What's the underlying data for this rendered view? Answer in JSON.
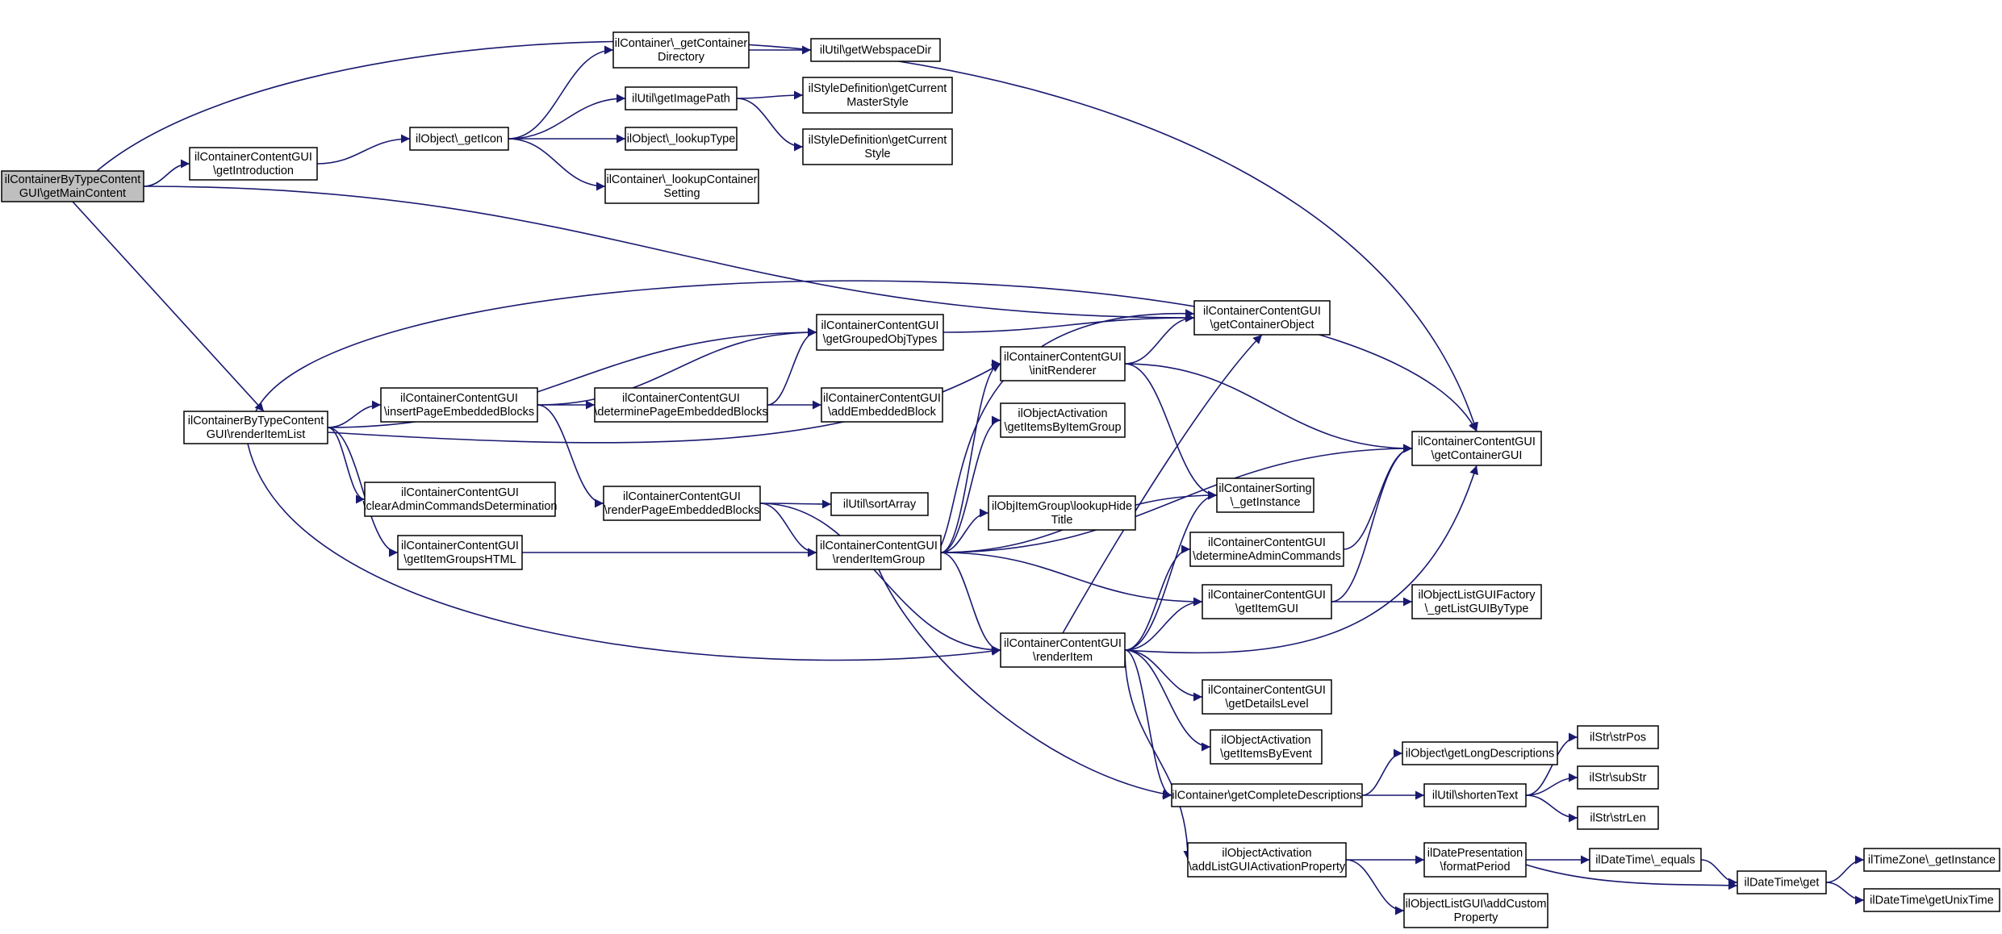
{
  "diagram": {
    "type": "call-graph",
    "nodes": [
      {
        "id": "root",
        "lines": [
          "ilContainerByTypeContent",
          "GUI\\getMainContent"
        ]
      },
      {
        "id": "getIntroduction",
        "lines": [
          "ilContainerContentGUI",
          "\\getIntroduction"
        ]
      },
      {
        "id": "getIcon",
        "lines": [
          "ilObject\\_getIcon"
        ]
      },
      {
        "id": "getContainerDirectory",
        "lines": [
          "ilContainer\\_getContainer",
          "Directory"
        ]
      },
      {
        "id": "getWebspaceDir",
        "lines": [
          "ilUtil\\getWebspaceDir"
        ]
      },
      {
        "id": "getImagePath",
        "lines": [
          "ilUtil\\getImagePath"
        ]
      },
      {
        "id": "getCurrentMasterStyle",
        "lines": [
          "ilStyleDefinition\\getCurrent",
          "MasterStyle"
        ]
      },
      {
        "id": "getCurrentStyle",
        "lines": [
          "ilStyleDefinition\\getCurrent",
          "Style"
        ]
      },
      {
        "id": "lookupType",
        "lines": [
          "ilObject\\_lookupType"
        ]
      },
      {
        "id": "lookupContainerSetting",
        "lines": [
          "ilContainer\\_lookupContainer",
          "Setting"
        ]
      },
      {
        "id": "renderItemList",
        "lines": [
          "ilContainerByTypeContent",
          "GUI\\renderItemList"
        ]
      },
      {
        "id": "getContainerObject",
        "lines": [
          "ilContainerContentGUI",
          "\\getContainerObject"
        ]
      },
      {
        "id": "getGroupedObjTypes",
        "lines": [
          "ilContainerContentGUI",
          "\\getGroupedObjTypes"
        ]
      },
      {
        "id": "insertPageEmbeddedBlocks",
        "lines": [
          "ilContainerContentGUI",
          "\\insertPageEmbeddedBlocks"
        ]
      },
      {
        "id": "determinePageEmbeddedBlocks",
        "lines": [
          "ilContainerContentGUI",
          "\\determinePageEmbeddedBlocks"
        ]
      },
      {
        "id": "addEmbeddedBlock",
        "lines": [
          "ilContainerContentGUI",
          "\\addEmbeddedBlock"
        ]
      },
      {
        "id": "initRenderer",
        "lines": [
          "ilContainerContentGUI",
          "\\initRenderer"
        ]
      },
      {
        "id": "getContainerGUI",
        "lines": [
          "ilContainerContentGUI",
          "\\getContainerGUI"
        ]
      },
      {
        "id": "getItemsByItemGroup",
        "lines": [
          "ilObjectActivation",
          "\\getItemsByItemGroup"
        ]
      },
      {
        "id": "clearAdminCommandsDetermination",
        "lines": [
          "ilContainerContentGUI",
          "\\clearAdminCommandsDetermination"
        ]
      },
      {
        "id": "renderPageEmbeddedBlocks",
        "lines": [
          "ilContainerContentGUI",
          "\\renderPageEmbeddedBlocks"
        ]
      },
      {
        "id": "sortArray",
        "lines": [
          "ilUtil\\sortArray"
        ]
      },
      {
        "id": "lookupHideTitle",
        "lines": [
          "ilObjItemGroup\\lookupHide",
          "Title"
        ]
      },
      {
        "id": "getInstance",
        "lines": [
          "ilContainerSorting",
          "\\_getInstance"
        ]
      },
      {
        "id": "getItemGroupsHTML",
        "lines": [
          "ilContainerContentGUI",
          "\\getItemGroupsHTML"
        ]
      },
      {
        "id": "renderItemGroup",
        "lines": [
          "ilContainerContentGUI",
          "\\renderItemGroup"
        ]
      },
      {
        "id": "determineAdminCommands",
        "lines": [
          "ilContainerContentGUI",
          "\\determineAdminCommands"
        ]
      },
      {
        "id": "getItemGUI",
        "lines": [
          "ilContainerContentGUI",
          "\\getItemGUI"
        ]
      },
      {
        "id": "getListGUIByType",
        "lines": [
          "ilObjectListGUIFactory",
          "\\_getListGUIByType"
        ]
      },
      {
        "id": "renderItem",
        "lines": [
          "ilContainerContentGUI",
          "\\renderItem"
        ]
      },
      {
        "id": "getDetailsLevel",
        "lines": [
          "ilContainerContentGUI",
          "\\getDetailsLevel"
        ]
      },
      {
        "id": "getItemsByEvent",
        "lines": [
          "ilObjectActivation",
          "\\getItemsByEvent"
        ]
      },
      {
        "id": "getLongDescriptions",
        "lines": [
          "ilObject\\getLongDescriptions"
        ]
      },
      {
        "id": "strPos",
        "lines": [
          "ilStr\\strPos"
        ]
      },
      {
        "id": "subStr",
        "lines": [
          "ilStr\\subStr"
        ]
      },
      {
        "id": "getCompleteDescriptions",
        "lines": [
          "ilContainer\\getCompleteDescriptions"
        ]
      },
      {
        "id": "shortenText",
        "lines": [
          "ilUtil\\shortenText"
        ]
      },
      {
        "id": "strLen",
        "lines": [
          "ilStr\\strLen"
        ]
      },
      {
        "id": "addListGUIActivationProperty",
        "lines": [
          "ilObjectActivation",
          "\\addListGUIActivationProperty"
        ]
      },
      {
        "id": "formatPeriod",
        "lines": [
          "ilDatePresentation",
          "\\formatPeriod"
        ]
      },
      {
        "id": "equals",
        "lines": [
          "ilDateTime\\_equals"
        ]
      },
      {
        "id": "dtGet",
        "lines": [
          "ilDateTime\\get"
        ]
      },
      {
        "id": "tzGetInstance",
        "lines": [
          "ilTimeZone\\_getInstance"
        ]
      },
      {
        "id": "getUnixTime",
        "lines": [
          "ilDateTime\\getUnixTime"
        ]
      },
      {
        "id": "addCustomProperty",
        "lines": [
          "ilObjectListGUI\\addCustom",
          "Property"
        ]
      }
    ],
    "edges": [
      [
        "root",
        "getIntroduction"
      ],
      [
        "root",
        "getContainerGUI"
      ],
      [
        "root",
        "getContainerObject"
      ],
      [
        "root",
        "renderItemList"
      ],
      [
        "getIntroduction",
        "getIcon"
      ],
      [
        "getIcon",
        "getContainerDirectory"
      ],
      [
        "getIcon",
        "getImagePath"
      ],
      [
        "getIcon",
        "lookupType"
      ],
      [
        "getIcon",
        "lookupContainerSetting"
      ],
      [
        "getContainerDirectory",
        "getWebspaceDir"
      ],
      [
        "getImagePath",
        "getCurrentMasterStyle"
      ],
      [
        "getImagePath",
        "getCurrentStyle"
      ],
      [
        "renderItemList",
        "getContainerGUI"
      ],
      [
        "renderItemList",
        "getGroupedObjTypes"
      ],
      [
        "renderItemList",
        "insertPageEmbeddedBlocks"
      ],
      [
        "renderItemList",
        "initRenderer"
      ],
      [
        "renderItemList",
        "clearAdminCommandsDetermination"
      ],
      [
        "renderItemList",
        "getItemGroupsHTML"
      ],
      [
        "renderItemList",
        "renderItem"
      ],
      [
        "getGroupedObjTypes",
        "getContainerObject"
      ],
      [
        "insertPageEmbeddedBlocks",
        "getGroupedObjTypes"
      ],
      [
        "insertPageEmbeddedBlocks",
        "determinePageEmbeddedBlocks"
      ],
      [
        "insertPageEmbeddedBlocks",
        "renderPageEmbeddedBlocks"
      ],
      [
        "determinePageEmbeddedBlocks",
        "getGroupedObjTypes"
      ],
      [
        "determinePageEmbeddedBlocks",
        "addEmbeddedBlock"
      ],
      [
        "initRenderer",
        "getContainerObject"
      ],
      [
        "initRenderer",
        "getContainerGUI"
      ],
      [
        "initRenderer",
        "getInstance"
      ],
      [
        "renderPageEmbeddedBlocks",
        "sortArray"
      ],
      [
        "renderPageEmbeddedBlocks",
        "renderItemGroup"
      ],
      [
        "renderPageEmbeddedBlocks",
        "renderItem"
      ],
      [
        "getItemGroupsHTML",
        "renderItemGroup"
      ],
      [
        "renderItemGroup",
        "getContainerObject"
      ],
      [
        "renderItemGroup",
        "initRenderer"
      ],
      [
        "renderItemGroup",
        "getItemsByItemGroup"
      ],
      [
        "renderItemGroup",
        "getContainerGUI"
      ],
      [
        "renderItemGroup",
        "lookupHideTitle"
      ],
      [
        "renderItemGroup",
        "getInstance"
      ],
      [
        "renderItemGroup",
        "getItemGUI"
      ],
      [
        "renderItemGroup",
        "renderItem"
      ],
      [
        "renderItemGroup",
        "getCompleteDescriptions"
      ],
      [
        "renderItem",
        "getContainerObject"
      ],
      [
        "renderItem",
        "getInstance"
      ],
      [
        "renderItem",
        "determineAdminCommands"
      ],
      [
        "renderItem",
        "getItemGUI"
      ],
      [
        "renderItem",
        "getContainerGUI"
      ],
      [
        "renderItem",
        "getDetailsLevel"
      ],
      [
        "renderItem",
        "getItemsByEvent"
      ],
      [
        "renderItem",
        "getCompleteDescriptions"
      ],
      [
        "renderItem",
        "addListGUIActivationProperty"
      ],
      [
        "determineAdminCommands",
        "getContainerGUI"
      ],
      [
        "getItemGUI",
        "getContainerGUI"
      ],
      [
        "getItemGUI",
        "getListGUIByType"
      ],
      [
        "getCompleteDescriptions",
        "getLongDescriptions"
      ],
      [
        "getCompleteDescriptions",
        "shortenText"
      ],
      [
        "shortenText",
        "strPos"
      ],
      [
        "shortenText",
        "subStr"
      ],
      [
        "shortenText",
        "strLen"
      ],
      [
        "addListGUIActivationProperty",
        "formatPeriod"
      ],
      [
        "addListGUIActivationProperty",
        "addCustomProperty"
      ],
      [
        "formatPeriod",
        "equals"
      ],
      [
        "formatPeriod",
        "dtGet"
      ],
      [
        "equals",
        "dtGet"
      ],
      [
        "dtGet",
        "tzGetInstance"
      ],
      [
        "dtGet",
        "getUnixTime"
      ]
    ]
  }
}
